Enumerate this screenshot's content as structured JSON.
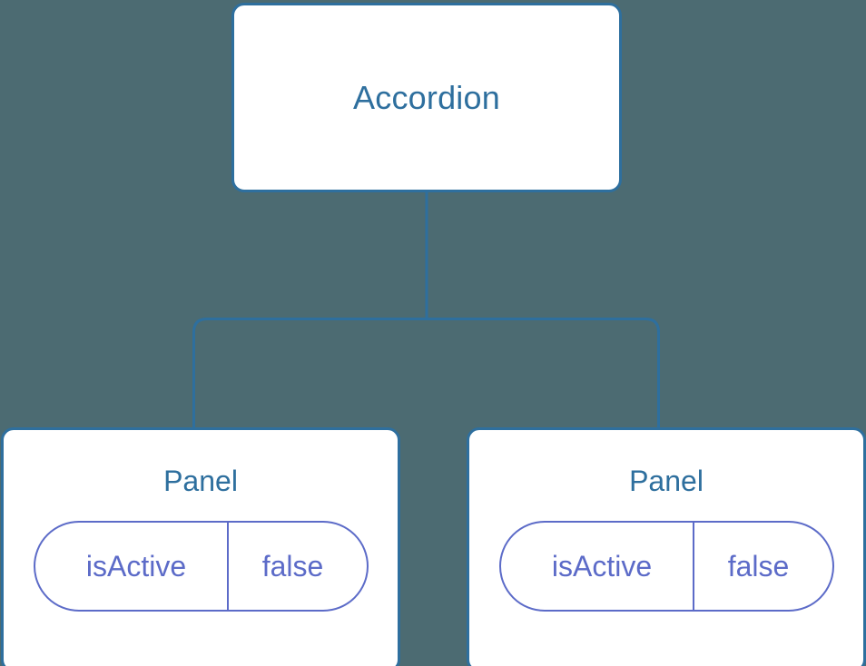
{
  "diagram": {
    "background_color": "#4c6b72",
    "node_fill_color": "#ffffff",
    "node_border_color": "#2e6f9e",
    "node_title_color": "#2e6f9e",
    "connector_color": "#2e6f9e",
    "state_color": "#5c6bc8",
    "root": {
      "title": "Accordion"
    },
    "children": [
      {
        "title": "Panel",
        "state": {
          "key": "isActive",
          "value": "false"
        }
      },
      {
        "title": "Panel",
        "state": {
          "key": "isActive",
          "value": "false"
        }
      }
    ]
  }
}
